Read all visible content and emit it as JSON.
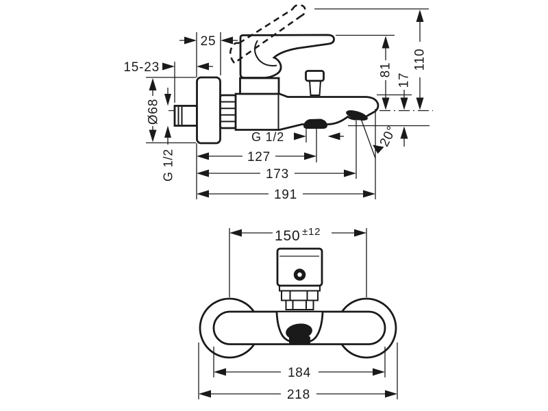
{
  "drawing": {
    "colors": {
      "line": "#1a1a1a",
      "background": "#ffffff"
    },
    "side_view": {
      "escutcheon_depth": "25",
      "concealed_adjust_range": "15-23",
      "escutcheon_diameter": "Ø68",
      "inlet_thread": "G 1/2",
      "outlet_thread": "G 1/2",
      "wall_to_shower_outlet": "127",
      "wall_to_spout_lip": "173",
      "wall_to_spout_tip": "191",
      "handle_closed_height": "81",
      "spout_top_to_axis": "17",
      "handle_open_height": "110",
      "spout_angle": "20°"
    },
    "front_view": {
      "inlet_spacing": "150",
      "inlet_spacing_tolerance": "±12",
      "body_width": "184",
      "overall_width": "218"
    }
  }
}
